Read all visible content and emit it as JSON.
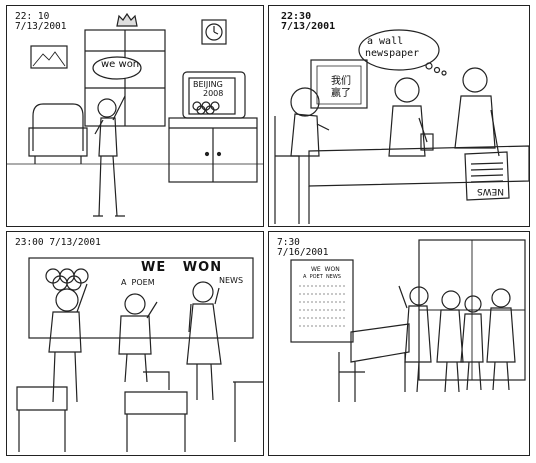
{
  "panels": [
    {
      "time": "22: 10",
      "date": "7/13/2001",
      "board_text": "we won",
      "tv_line1": "BEIJING",
      "tv_line2": "2008"
    },
    {
      "time": "22:30",
      "date": "7/13/2001",
      "thought_line1": "a wall",
      "thought_line2": "newspaper",
      "sign_line1": "我们",
      "sign_line2": "赢了",
      "paper_text": "NEWS"
    },
    {
      "time_date": "23:00 7/13/2001",
      "board_title": "WE   WON",
      "board_poem": "A  POEM",
      "board_news": "NEWS"
    },
    {
      "time": "7:30",
      "date": "7/16/2001",
      "board_line1": "WE  WON",
      "board_line2": "A  POET  NEWS"
    }
  ]
}
